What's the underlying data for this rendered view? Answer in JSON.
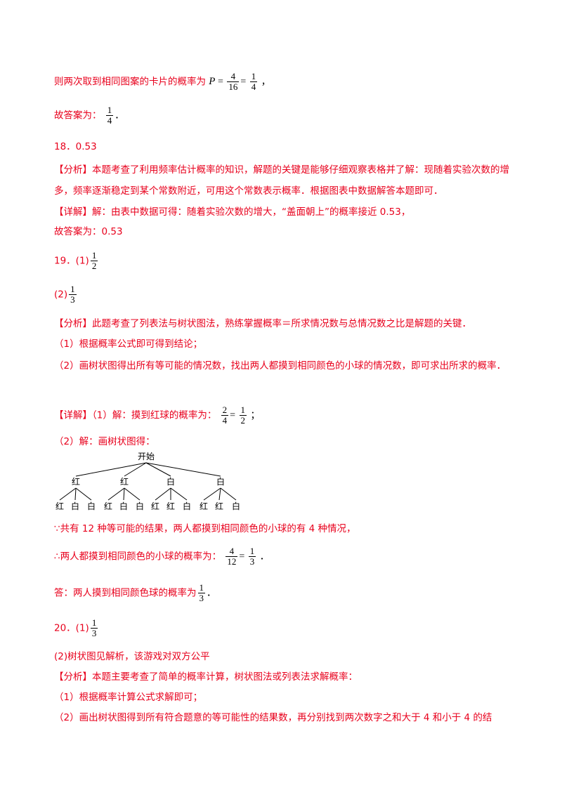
{
  "l1": {
    "text": "则两次取到相同图案的卡片的概率为",
    "p": "P",
    "f1": {
      "n": "4",
      "d": "16"
    },
    "f2": {
      "n": "1",
      "d": "4"
    },
    "tail": "，"
  },
  "l2": {
    "text": "故答案为：",
    "f": {
      "n": "1",
      "d": "4"
    },
    "tail": "．"
  },
  "q18": {
    "head": "18．0.53",
    "analysis_tag": "【分析】",
    "analysis": "本题考查了利用频率估计概率的知识，解题的关键是能够仔细观察表格并了解：现随着实验次数的增多，频率逐渐稳定到某个常数附近，可用这个常数表示概率．根据图表中数据解答本题即可．",
    "detail_tag": "【详解】",
    "detail": "解：由表中数据可得：随着实验次数的增大，“盖面朝上”的概率接近 0.53，",
    "answer": "故答案为：0.53"
  },
  "q19": {
    "head": "19．(1)",
    "f1": {
      "n": "1",
      "d": "2"
    },
    "p2": "(2)",
    "f2": {
      "n": "1",
      "d": "3"
    },
    "analysis_tag": "【分析】",
    "analysis": "此题考查了列表法与树状图法，熟练掌握概率＝所求情况数与总情况数之比是解题的关键．",
    "s1": "（1）根据概率公式即可得到结论；",
    "s2": "（2）画树状图得出所有等可能的情况数，找出两人都摸到相同颜色的小球的情况数，即可求出所求的概率．",
    "detail_tag": "【详解】",
    "d1": "（1）解：摸到红球的概率为：",
    "d1f1": {
      "n": "2",
      "d": "4"
    },
    "d1f2": {
      "n": "1",
      "d": "2"
    },
    "d1tail": "；",
    "d2": "（2）解：画树状图得：",
    "tree": {
      "root": "开始",
      "level1": [
        "红",
        "红",
        "白",
        "白"
      ],
      "level2": [
        "红",
        "白",
        "白",
        "红",
        "白",
        "白",
        "红",
        "红",
        "白",
        "红",
        "红",
        "白"
      ]
    },
    "c1": "∵共有 12 种等可能的结果，两人都摸到相同颜色的小球的有 4 种情况，",
    "c2": "∴两人都摸到相同颜色的小球的概率为：",
    "c2f1": {
      "n": "4",
      "d": "12"
    },
    "c2f2": {
      "n": "1",
      "d": "3"
    },
    "c2tail": "．",
    "ans": "答：两人摸到相同颜色球的概率为",
    "ansf": {
      "n": "1",
      "d": "3"
    },
    "anstail": "．"
  },
  "q20": {
    "head": "20．(1)",
    "f1": {
      "n": "1",
      "d": "3"
    },
    "p2": "(2)树状图见解析，该游戏对双方公平",
    "analysis_tag": "【分析】",
    "analysis": "本题主要考查了简单的概率计算，树状图法或列表法求解概率：",
    "s1": "（1）根据概率计算公式求解即可；",
    "s2": "（2）画出树状图得到所有符合题意的等可能性的结果数，再分别找到两次数字之和大于 4 和小于 4 的结"
  }
}
